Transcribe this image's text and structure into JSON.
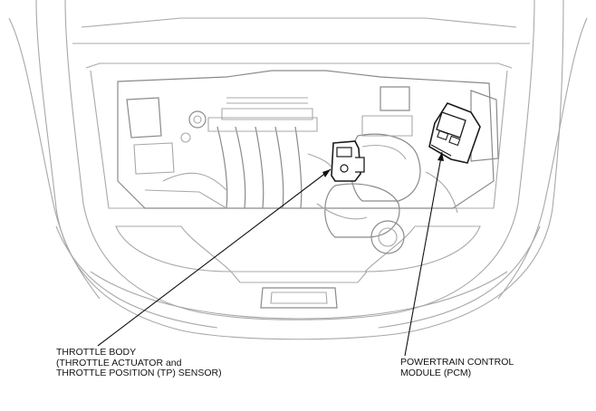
{
  "callouts": {
    "throttle_body": {
      "lines": [
        "THROTTLE BODY",
        "(THROTTLE ACTUATOR and",
        "THROTTLE POSITION (TP) SENSOR)"
      ]
    },
    "pcm": {
      "lines": [
        "POWERTRAIN CONTROL",
        "MODULE (PCM)"
      ]
    }
  }
}
